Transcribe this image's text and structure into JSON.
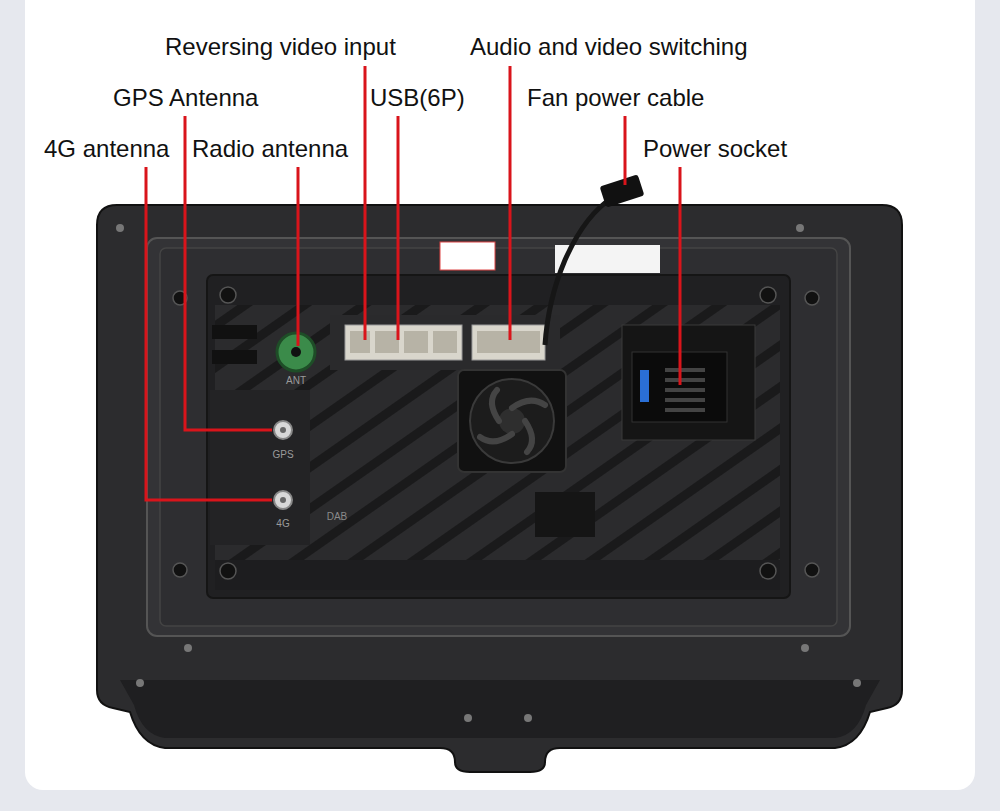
{
  "diagram": {
    "labels": [
      "Reversing video input",
      "Audio and video switching",
      "GPS Antenna",
      "USB(6P)",
      "Fan power cable",
      "4G antenna",
      "Radio antenna",
      "Power socket",
      "ANT",
      "GPS",
      "4G",
      "DAB"
    ]
  }
}
